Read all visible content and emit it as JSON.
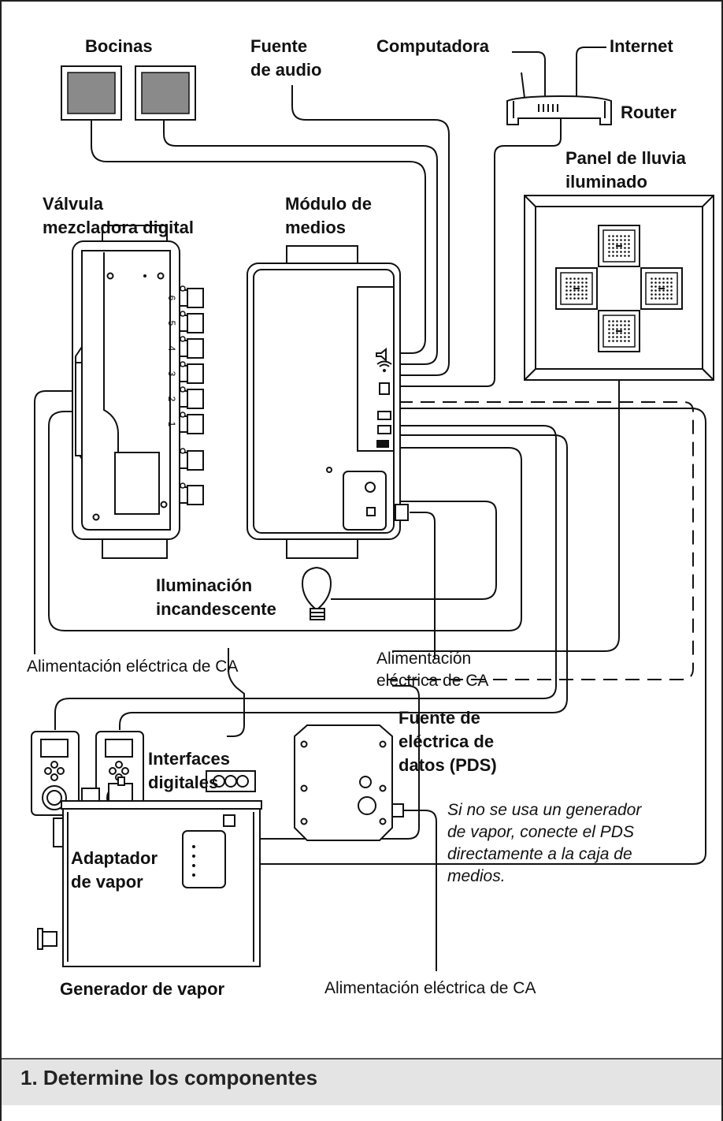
{
  "labels": {
    "bocinas": "Bocinas",
    "fuente_audio_1": "Fuente",
    "fuente_audio_2": "de audio",
    "computadora": "Computadora",
    "internet": "Internet",
    "router": "Router",
    "panel_1": "Panel de lluvia",
    "panel_2": "iluminado",
    "valvula_1": "Válvula",
    "valvula_2": "mezcladora digital",
    "modulo_1": "Módulo de",
    "modulo_2": "medios",
    "iluminacion_1": "Iluminación",
    "iluminacion_2": "incandescente",
    "ac_left": "Alimentación eléctrica de CA",
    "ac_mid_1": "Alimentación",
    "ac_mid_2": "eléctrica de CA",
    "interfaces_1": "Interfaces",
    "interfaces_2": "digitales",
    "pds_1": "Fuente de",
    "pds_2": "eléctrica de",
    "pds_3": "datos (PDS)",
    "note_1": "Si no se usa un generador",
    "note_2": "de vapor, conecte el PDS",
    "note_3": "directamente a la caja de",
    "note_4": "medios.",
    "adaptador_1": "Adaptador",
    "adaptador_2": "de vapor",
    "generador": "Generador de vapor",
    "ac_bottom": "Alimentación eléctrica de CA"
  },
  "valve_port_numbers": [
    "6",
    "5",
    "4",
    "3",
    "2",
    "1"
  ],
  "section": {
    "title": "1. Determine los componentes"
  },
  "colors": {
    "line": "#111111",
    "speaker_fill": "#8a8a8a",
    "band": "#e4e4e4"
  },
  "icons": [
    "speaker-icon",
    "router-icon",
    "light-bulb-icon",
    "user-interface-icon",
    "steam-generator-icon"
  ]
}
